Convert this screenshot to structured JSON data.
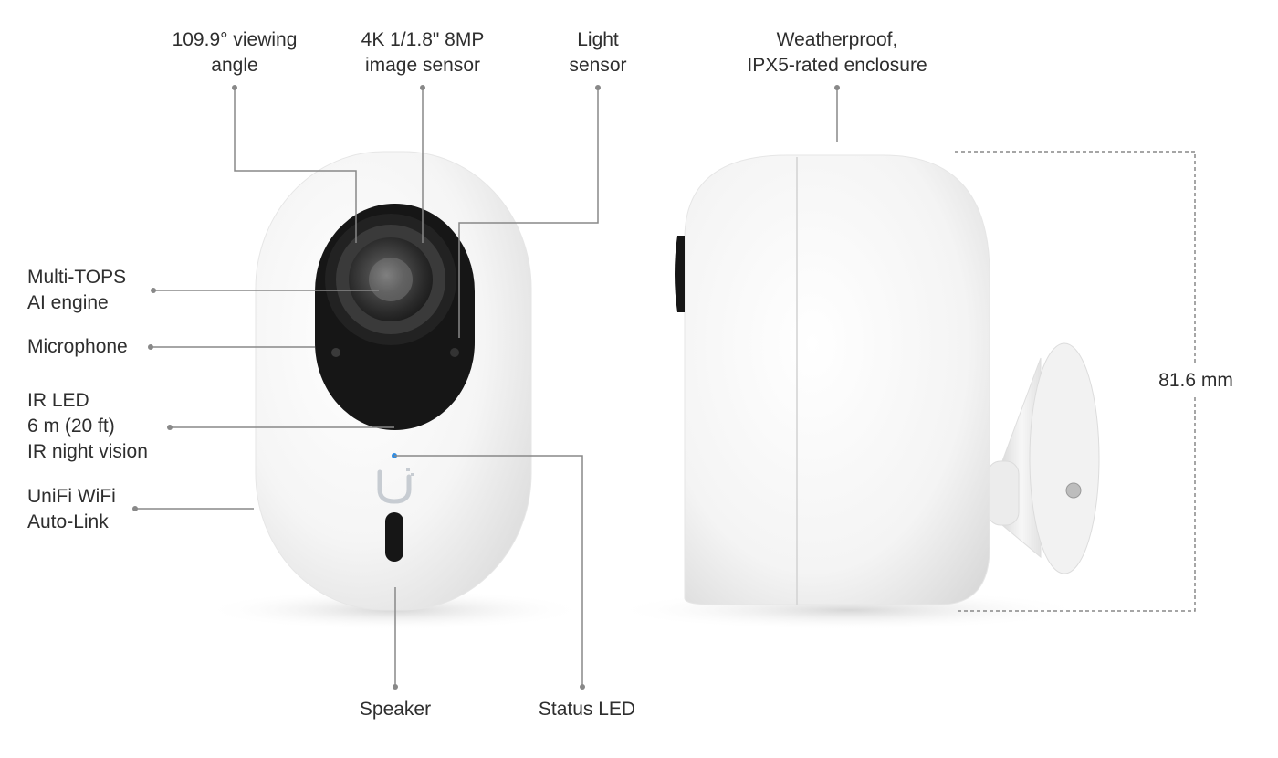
{
  "labels": {
    "viewing_angle": [
      "109.9° viewing",
      "angle"
    ],
    "image_sensor": [
      "4K 1/1.8\" 8MP",
      "image sensor"
    ],
    "light_sensor": [
      "Light",
      "sensor"
    ],
    "enclosure": [
      "Weatherproof,",
      "IPX5-rated enclosure"
    ],
    "ai_engine": [
      "Multi-TOPS",
      "AI engine"
    ],
    "microphone": "Microphone",
    "ir_led": [
      "IR LED",
      "6 m (20 ft)",
      "IR night vision"
    ],
    "wifi": [
      "UniFi WiFi",
      "Auto-Link"
    ],
    "speaker": "Speaker",
    "status_led": "Status LED",
    "height_dimension": "81.6 mm"
  },
  "colors": {
    "leader_line": "#888888",
    "camera_body": "#f4f4f4",
    "lens_housing": "#151515",
    "status_led": "#2f8de4"
  },
  "icons": {
    "logo": "unifi-u-logo"
  }
}
